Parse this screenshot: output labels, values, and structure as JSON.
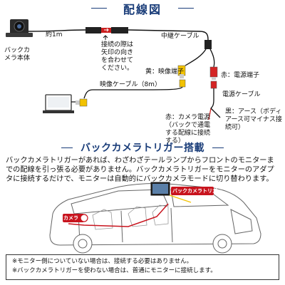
{
  "wiring": {
    "title": "配線図",
    "camera_body_label": "バックカメラ本体",
    "cable_length": "約1m",
    "connect_note": "接続の際は矢印の向きを合わせてください。",
    "relay_cable": "中継ケーブル",
    "yellow_video_terminal": "黄：映像端子",
    "video_cable": "映像ケーブル（8m）",
    "red_power_terminal": "赤：電源端子",
    "power_cable": "電源ケーブル",
    "red_camera_power": "赤：カメラ電源（バックで通電する配線に接続する）",
    "black_ground": "黒：アース（ボディアース可マイナス接続可）"
  },
  "trigger": {
    "title": "バックカメラトリガー搭載",
    "description": "バックカメラトリガーがあれば、わざわざテールランプからフロントのモニターまでの配線を引っ張る必要がありません。バックカメラトリガーをモニターのアダプタに接続するだけで、モニターは自動的にバックカメラモードに切り替わります。",
    "trigger_tag": "バックカメラトリガー",
    "camera_tag": "カメラ"
  },
  "notes": [
    "※モニター側についていない場合は、接続する必要はありません。",
    "※バックカメラトリガーを使わない場合は、普通にモニターに接続します。"
  ],
  "colors": {
    "heading": "#1a3d79",
    "yellow_plug": "#f2c200",
    "red_plug": "#d42424",
    "tag_red": "#c8141e"
  }
}
